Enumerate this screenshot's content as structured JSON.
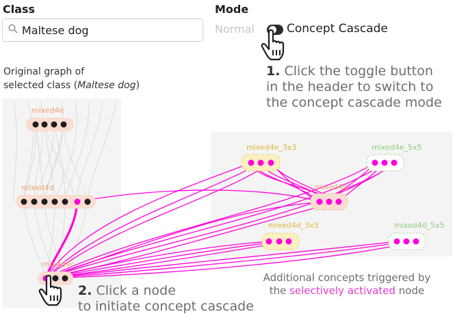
{
  "class_panel": {
    "header": "Class",
    "search_value": "Maltese dog",
    "search_icon": "magnifier-icon"
  },
  "mode_panel": {
    "header": "Mode",
    "option_normal": "Normal",
    "option_cascade": "Concept Cascade",
    "toggle_state": "on"
  },
  "caption": {
    "line1": "Original graph of",
    "line2_prefix": "selected class (",
    "line2_class": "Maltese dog",
    "line2_suffix": ")"
  },
  "step1": {
    "number": "1.",
    "line1": "Click the toggle button",
    "line2": "in the header to switch to",
    "line3": "the concept cascade mode"
  },
  "step2": {
    "number": "2.",
    "line1": "Click a node",
    "line2": "to initiate concept cascade"
  },
  "annotation": {
    "line1": "Additional concepts triggered by",
    "line2_prefix": "the ",
    "line2_highlight": "selectively activated",
    "line2_suffix": " node"
  },
  "graph": {
    "layers": {
      "mixed4e": "mixed4e",
      "mixed4d": "mixed4d",
      "mixed4c": "mixed4c"
    },
    "cascade_groups": {
      "mixed4e_3x3": "mixed4e_3x3",
      "mixed4e_5x5": "mixed4e_5x5",
      "mixed4d_right": "mixed4d",
      "mixed4d_3x3": "mixed4d_3x3",
      "mixed4d_5x5": "mixed4d_5x5"
    }
  },
  "colors": {
    "active": "#ff00dc",
    "orange_label": "#f2a46f",
    "yellow_label": "#e0b83a",
    "green_label": "#8fce7e",
    "node_bg": "#f9ddd1"
  }
}
